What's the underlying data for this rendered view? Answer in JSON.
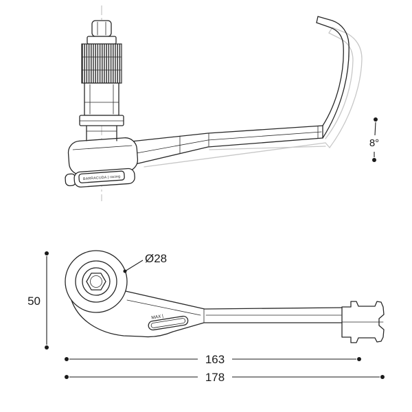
{
  "drawing": {
    "brand_label": "BARRACUDA | racing",
    "max_label": "MAX |",
    "dimensions": {
      "angle": "8°",
      "diameter": "Ø28",
      "height": "50",
      "inner_length": "163",
      "overall_length": "178"
    },
    "colors": {
      "line": "#262626",
      "phantom": "#c7c7c7",
      "dimension": "#1a1a1a",
      "background": "#ffffff"
    }
  }
}
